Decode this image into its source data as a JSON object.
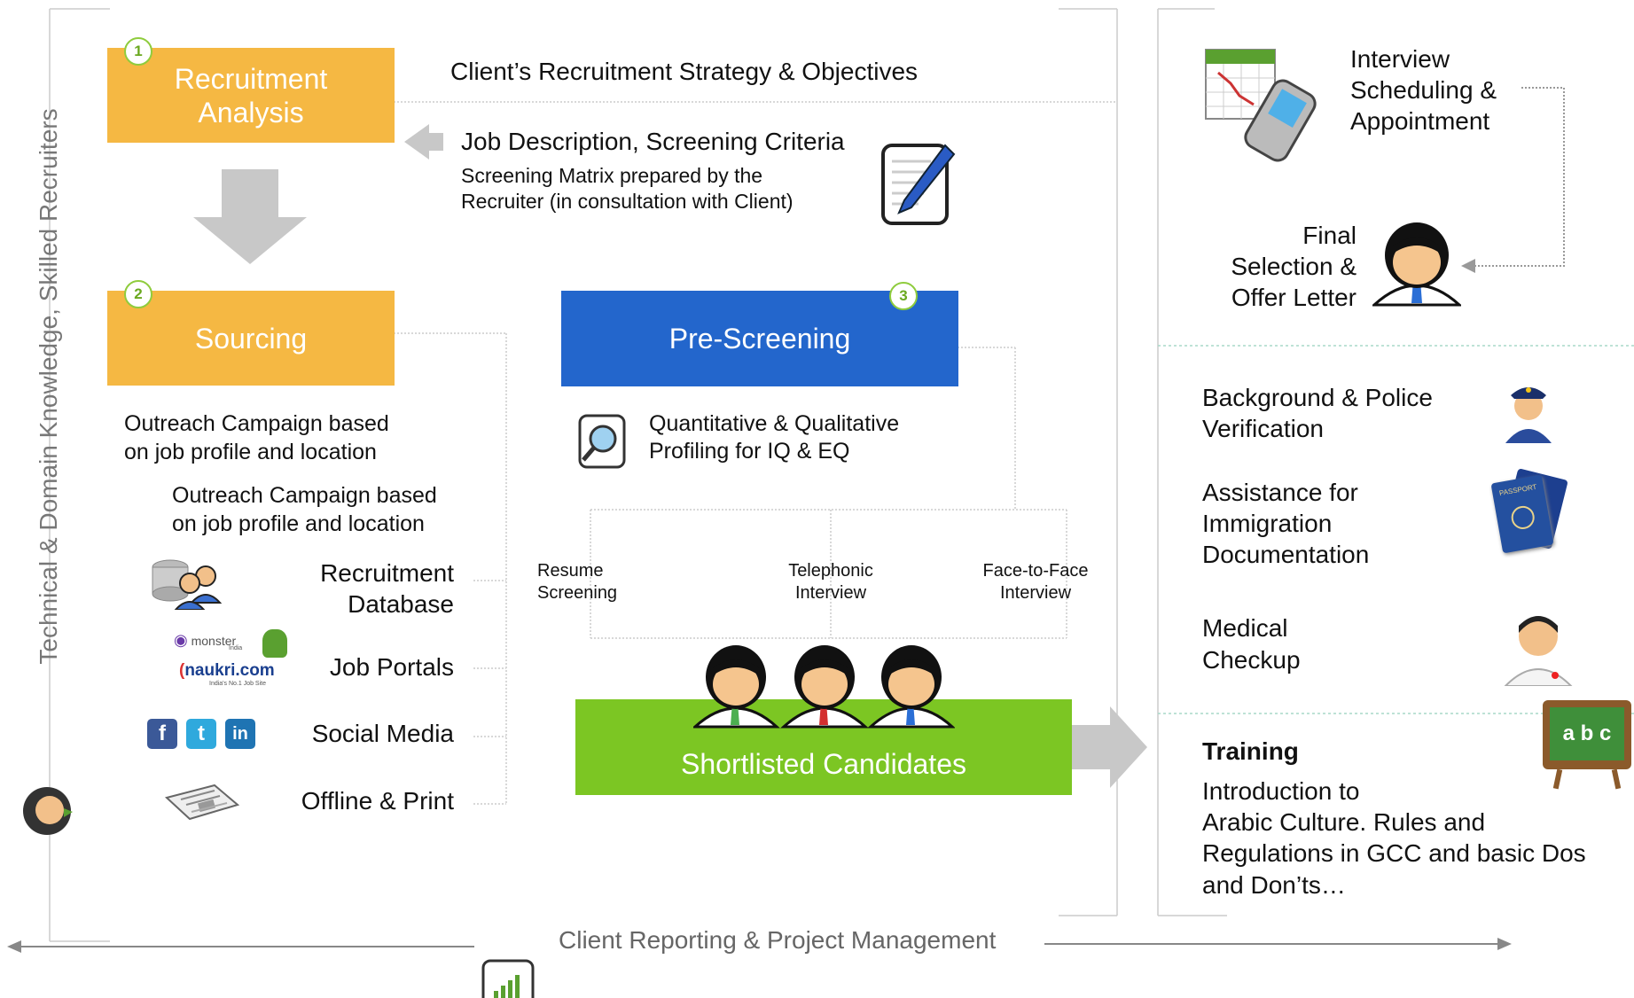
{
  "vertical_label": "Technical & Domain Knowledge, Skilled Recruiters",
  "steps": {
    "analysis": {
      "number": "1",
      "title_line1": "Recruitment",
      "title_line2": "Analysis"
    },
    "sourcing": {
      "number": "2",
      "title": "Sourcing"
    },
    "prescreening": {
      "number": "3",
      "title": "Pre-Screening"
    }
  },
  "strategy": "Client’s Recruitment Strategy & Objectives",
  "job_description": {
    "heading": "Job Description, Screening Criteria",
    "line1": "Screening Matrix prepared by the",
    "line2": "Recruiter (in consultation with Client)"
  },
  "sourcing": {
    "outreach1_line1": "Outreach Campaign based",
    "outreach1_line2": "on job profile and location",
    "outreach2_line1": "Outreach Campaign based",
    "outreach2_line2": "on job profile and location",
    "channels": [
      {
        "line1": "Recruitment",
        "line2": "Database",
        "icon": "database-users-icon"
      },
      {
        "line1": "Job Portals",
        "icon": "job-portal-logos-icon",
        "logo1": "monster",
        "logo1_sub": "India",
        "logo2": "naukri.com",
        "logo2_sub": "India's No.1 Job Site"
      },
      {
        "line1": "Social Media",
        "icon": "social-media-icons",
        "social": [
          "f",
          "t",
          "in"
        ]
      },
      {
        "line1": "Offline & Print",
        "icon": "newspaper-icon"
      }
    ]
  },
  "prescreening": {
    "profiling_line1": "Quantitative & Qualitative",
    "profiling_line2": "Profiling for IQ & EQ",
    "methods": [
      {
        "line1": "Resume",
        "line2": "Screening"
      },
      {
        "line1": "Telephonic",
        "line2": "Interview"
      },
      {
        "line1": "Face-to-Face",
        "line2": "Interview"
      }
    ]
  },
  "shortlisted": "Shortlisted Candidates",
  "right_panel": {
    "interview_line1": "Interview",
    "interview_line2": "Scheduling &",
    "interview_line3": "Appointment",
    "final_line1": "Final",
    "final_line2": "Selection &",
    "final_line3": "Offer Letter",
    "background_line1": "Background & Police",
    "background_line2": "Verification",
    "immigration_line1": "Assistance for",
    "immigration_line2": "Immigration",
    "immigration_line3": "Documentation",
    "immigration_passport_text": "PASSPORT",
    "medical_line1": "Medical",
    "medical_line2": "Checkup",
    "training_title": "Training",
    "training_line1": "Introduction to",
    "training_line2": "Arabic Culture. Rules and",
    "training_line3": "Regulations in GCC and basic Dos",
    "training_line4": "and Don’ts…",
    "training_board_text": "a b c"
  },
  "footer": "Client Reporting & Project Management",
  "colors": {
    "orange": "#f5b843",
    "blue": "#2366cc",
    "green": "#7cc623",
    "arrow_grey": "#c8c8c8",
    "line_grey": "#bbbbbb"
  }
}
